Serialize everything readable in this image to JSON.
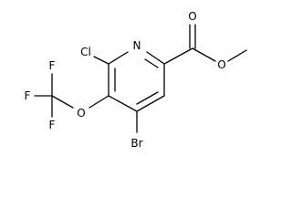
{
  "structure": {
    "atoms": {
      "N": "N",
      "Cl": "Cl",
      "O_carbonyl": "O",
      "O_ester": "O",
      "O_ether": "O",
      "F_top": "F",
      "F_left": "F",
      "F_bottom": "F",
      "Br": "Br"
    }
  }
}
